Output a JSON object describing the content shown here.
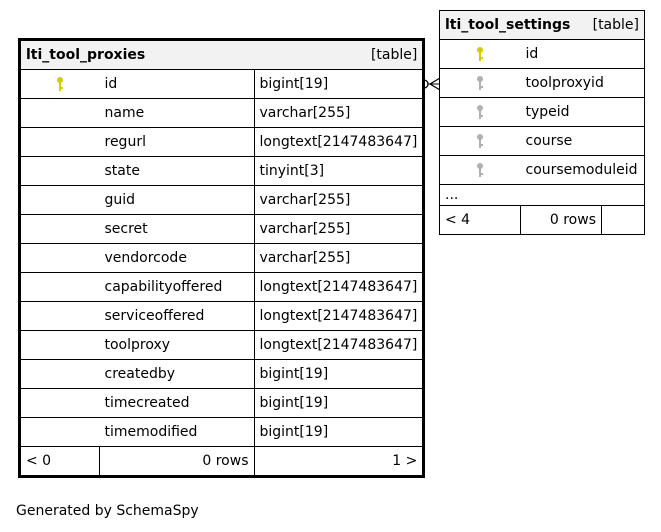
{
  "proxies": {
    "name": "lti_tool_proxies",
    "type": "[table]",
    "columns": [
      {
        "name": "id",
        "type": "bigint[19]",
        "key": "primary"
      },
      {
        "name": "name",
        "type": "varchar[255]",
        "key": ""
      },
      {
        "name": "regurl",
        "type": "longtext[2147483647]",
        "key": ""
      },
      {
        "name": "state",
        "type": "tinyint[3]",
        "key": ""
      },
      {
        "name": "guid",
        "type": "varchar[255]",
        "key": ""
      },
      {
        "name": "secret",
        "type": "varchar[255]",
        "key": ""
      },
      {
        "name": "vendorcode",
        "type": "varchar[255]",
        "key": ""
      },
      {
        "name": "capabilityoffered",
        "type": "longtext[2147483647]",
        "key": ""
      },
      {
        "name": "serviceoffered",
        "type": "longtext[2147483647]",
        "key": ""
      },
      {
        "name": "toolproxy",
        "type": "longtext[2147483647]",
        "key": ""
      },
      {
        "name": "createdby",
        "type": "bigint[19]",
        "key": ""
      },
      {
        "name": "timecreated",
        "type": "bigint[19]",
        "key": ""
      },
      {
        "name": "timemodified",
        "type": "bigint[19]",
        "key": ""
      }
    ],
    "footer": {
      "parents": "< 0",
      "rows": "0 rows",
      "children": "1 >"
    }
  },
  "settings": {
    "name": "lti_tool_settings",
    "type": "[table]",
    "columns": [
      {
        "name": "id",
        "key": "primary"
      },
      {
        "name": "toolproxyid",
        "key": "foreign"
      },
      {
        "name": "typeid",
        "key": "foreign"
      },
      {
        "name": "course",
        "key": "foreign"
      },
      {
        "name": "coursemoduleid",
        "key": "foreign"
      }
    ],
    "ellipsis": "...",
    "footer": {
      "parents": "< 4",
      "rows": "0 rows",
      "children": ""
    }
  },
  "colors": {
    "primary_key": "#d4cc00",
    "foreign_key": "#b0b0b0"
  },
  "footer_text": "Generated by SchemaSpy"
}
